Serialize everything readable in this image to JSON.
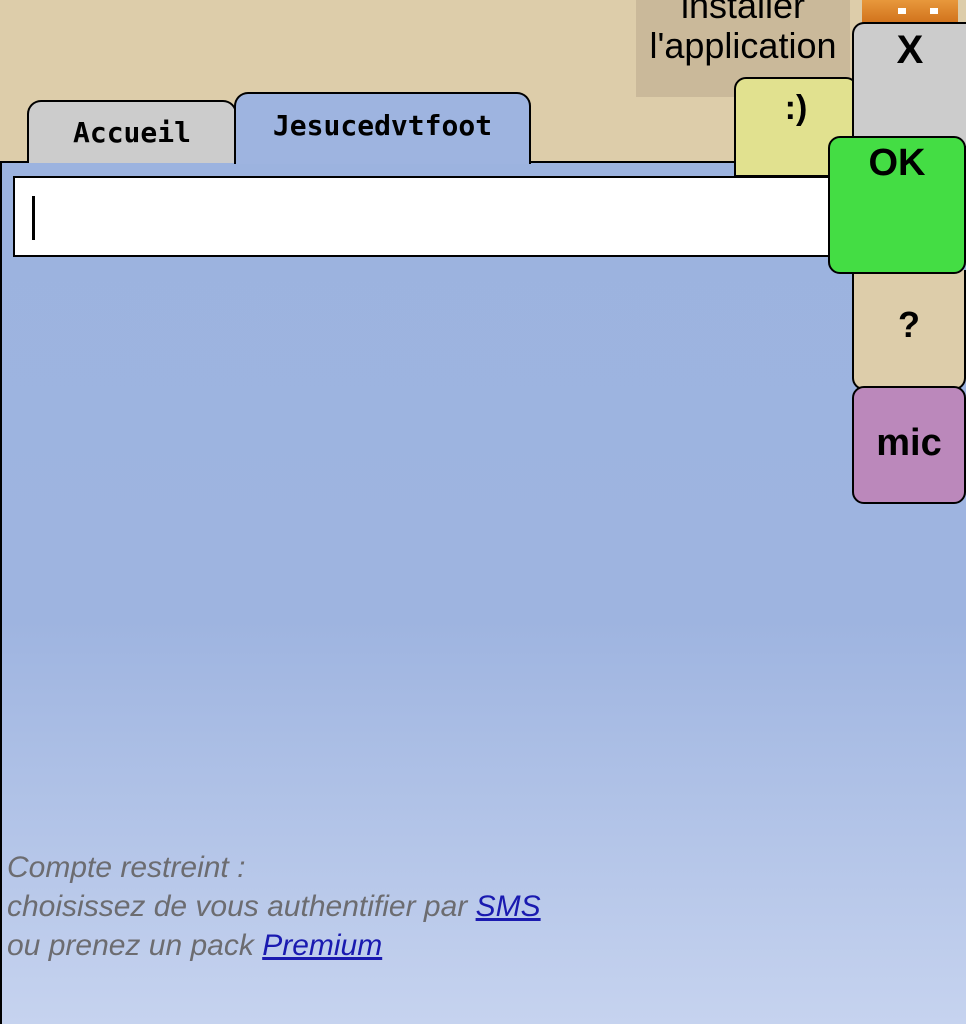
{
  "header": {
    "install_label_line1": "installer",
    "install_label_line2": "l'application",
    "smiley_label": ":)"
  },
  "tabs": [
    {
      "label": "Accueil",
      "active": false
    },
    {
      "label": "Jesucedvtfoot",
      "active": true
    }
  ],
  "input": {
    "value": "",
    "placeholder": ""
  },
  "side_buttons": {
    "close_label": "X",
    "ok_label": "OK",
    "help_label": "?",
    "mic_label": "mic"
  },
  "notice": {
    "line1": "Compte restreint :",
    "line2_prefix": "choisissez de vous authentifier par ",
    "sms_link": "SMS",
    "line3_prefix": "ou prenez un pack ",
    "premium_link": "Premium"
  },
  "colors": {
    "header_bg": "#ddcdaa",
    "content_bg": "#9eb4e0",
    "ok_green": "#44dd44",
    "mic_purple": "#bb88bb",
    "smiley_yellow": "#e1e18f",
    "close_gray": "#cccccc"
  }
}
